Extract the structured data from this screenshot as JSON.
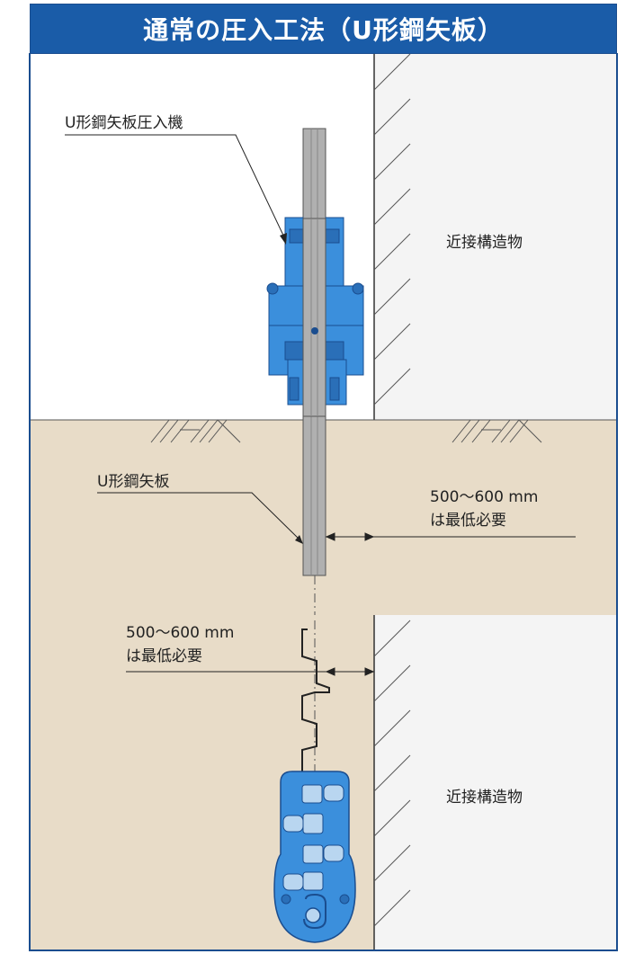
{
  "title": "通常の圧入工法（U形鋼矢板）",
  "labels": {
    "machine": "U形鋼矢板圧入機",
    "sheet_pile": "U形鋼矢板",
    "structure_top": "近接構造物",
    "structure_bottom": "近接構造物",
    "distance_top_line1": "500〜600 mm",
    "distance_top_line2": "は最低必要",
    "distance_bottom_line1": "500〜600 mm",
    "distance_bottom_line2": "は最低必要"
  },
  "colors": {
    "title_bg": "#1a5ca8",
    "ground": "#e8dcc8",
    "structure": "#f4f4f4",
    "machine_blue": "#3b8fdc",
    "machine_dark": "#2a6fb8",
    "pile": "#b0b0b0"
  }
}
